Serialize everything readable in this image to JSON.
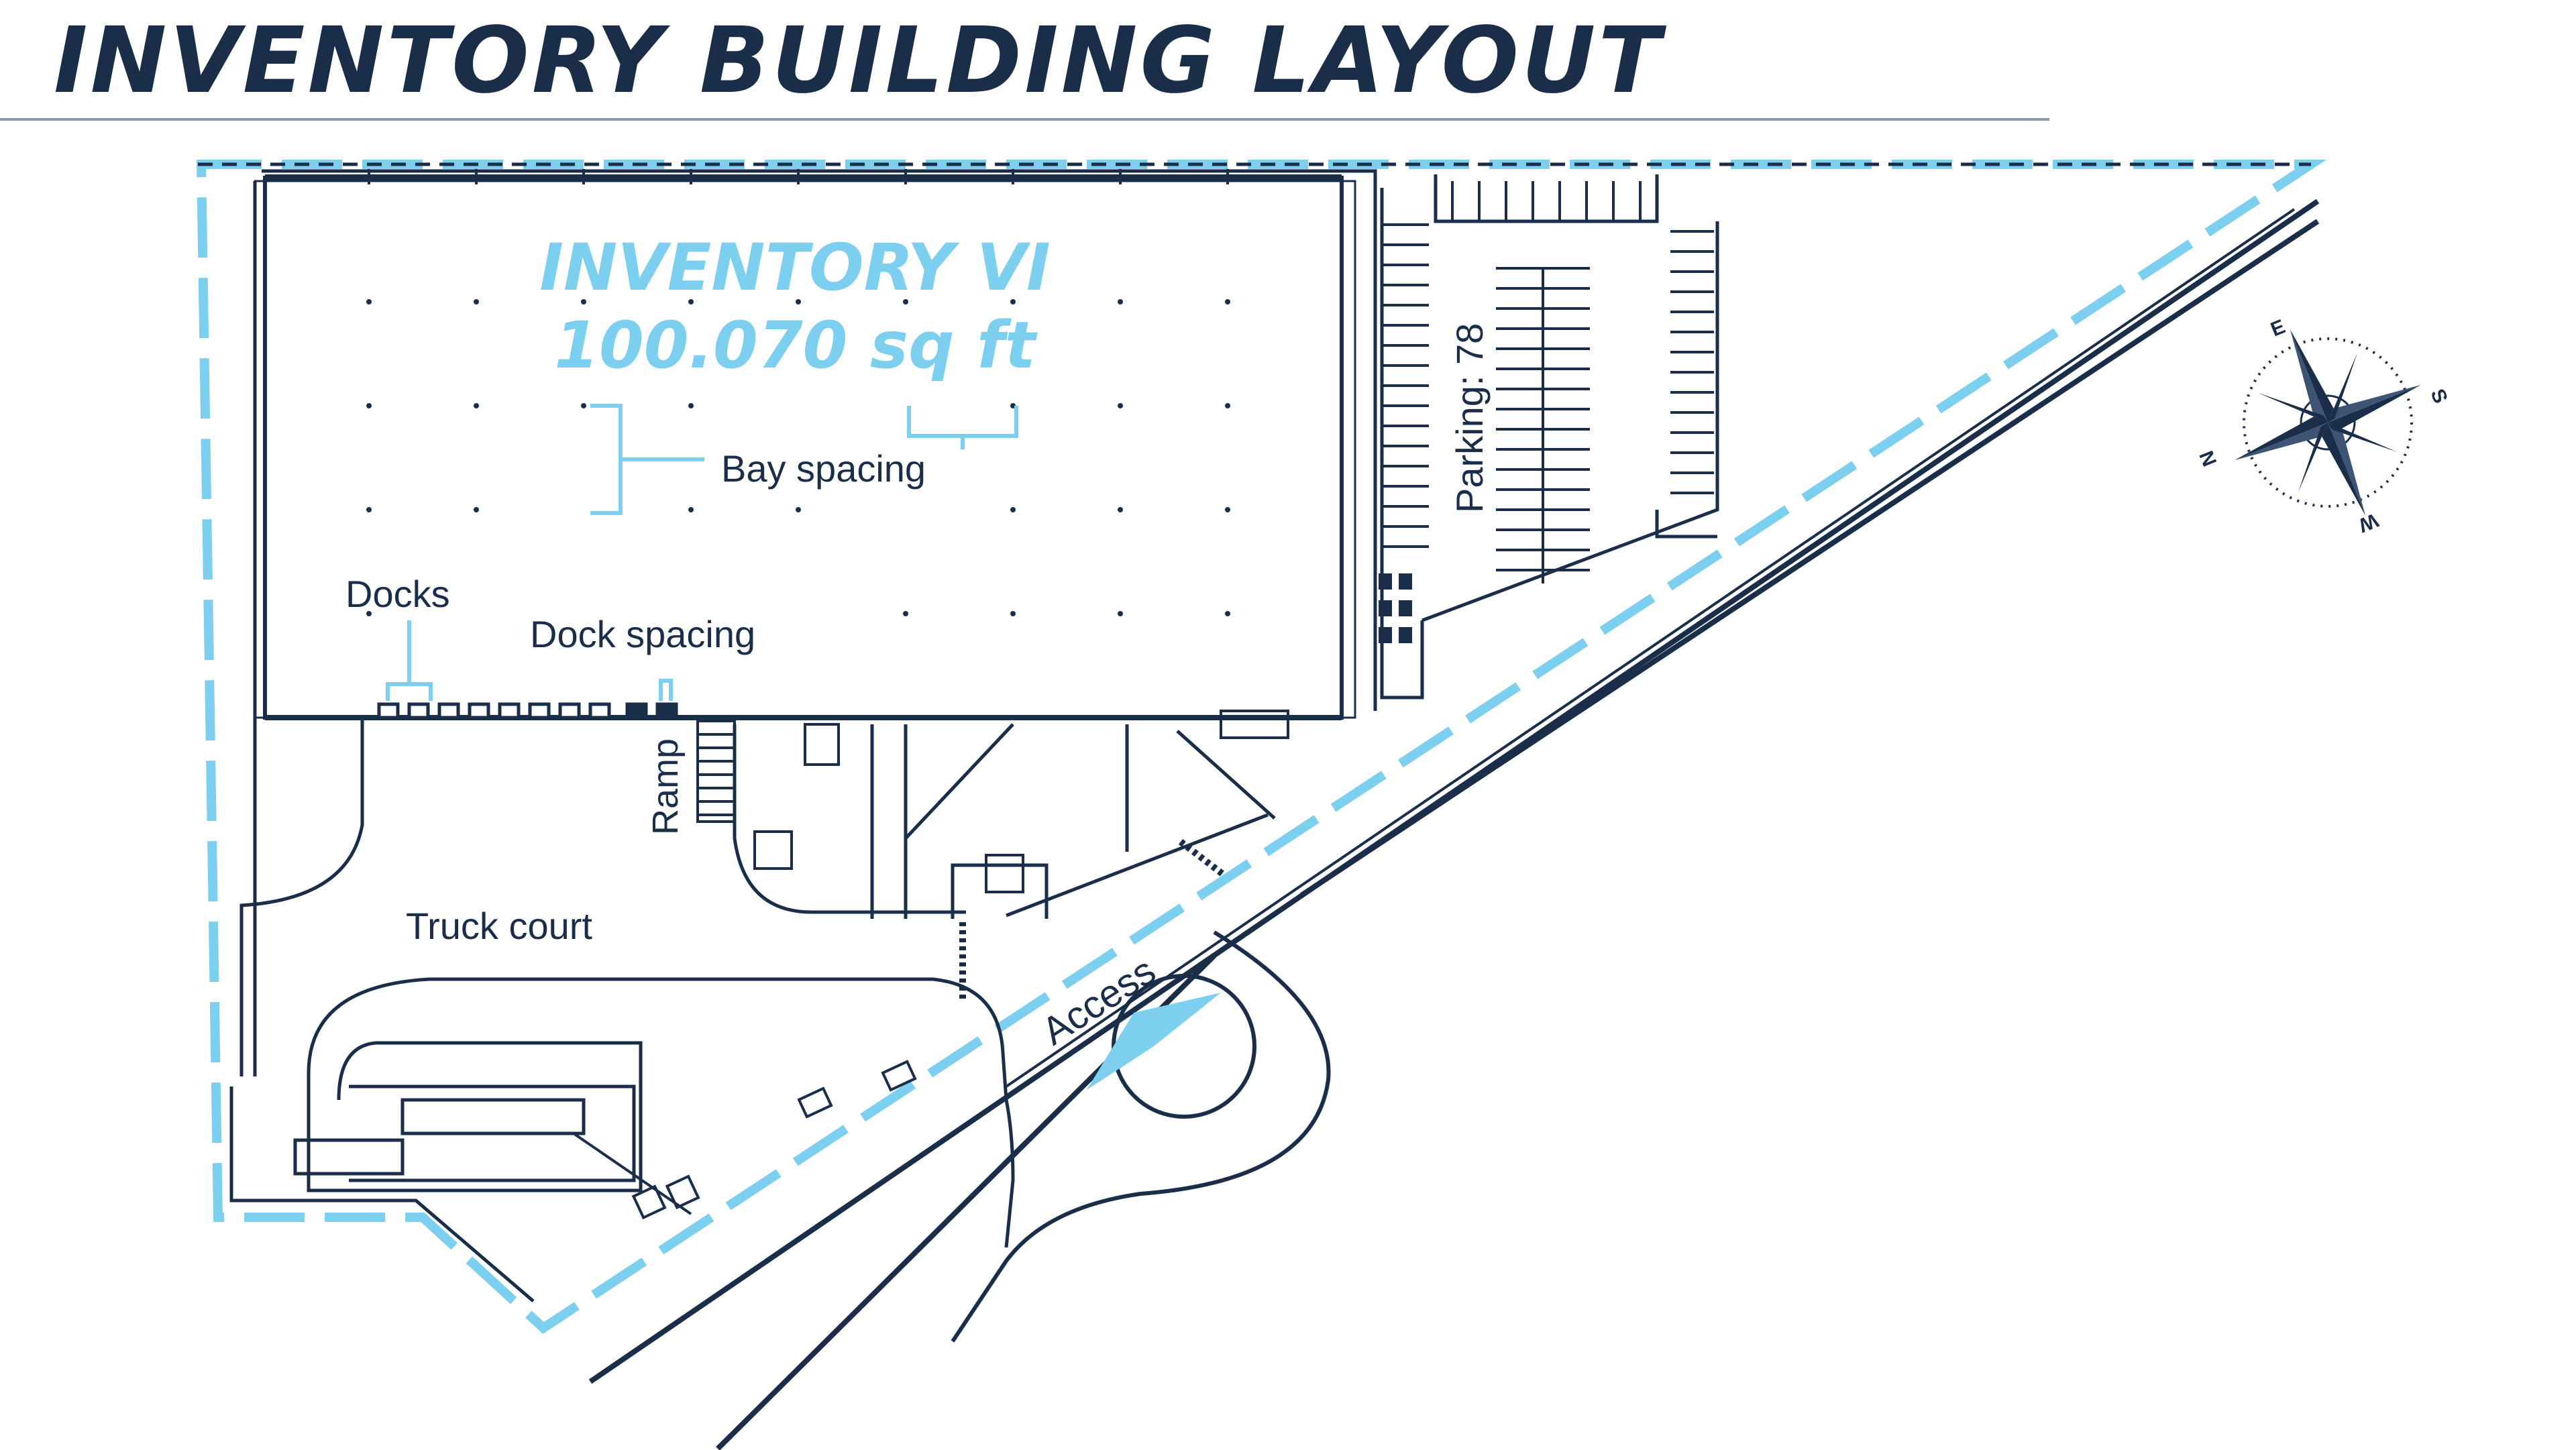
{
  "title": "INVENTORY BUILDING LAYOUT",
  "building": {
    "name": "INVENTORY VI",
    "area": "100.070 sq ft"
  },
  "labels": {
    "bay_spacing": "Bay spacing",
    "docks": "Docks",
    "dock_spacing": "Dock spacing",
    "ramp": "Ramp",
    "truck_court": "Truck court",
    "parking": "Parking: 78",
    "access": "Access"
  },
  "compass": {
    "north": "N",
    "east": "E",
    "south": "S",
    "west": "W"
  },
  "colors": {
    "navy": "#1a2e4a",
    "boundary_blue": "#7dcff0",
    "background": "#ffffff"
  }
}
